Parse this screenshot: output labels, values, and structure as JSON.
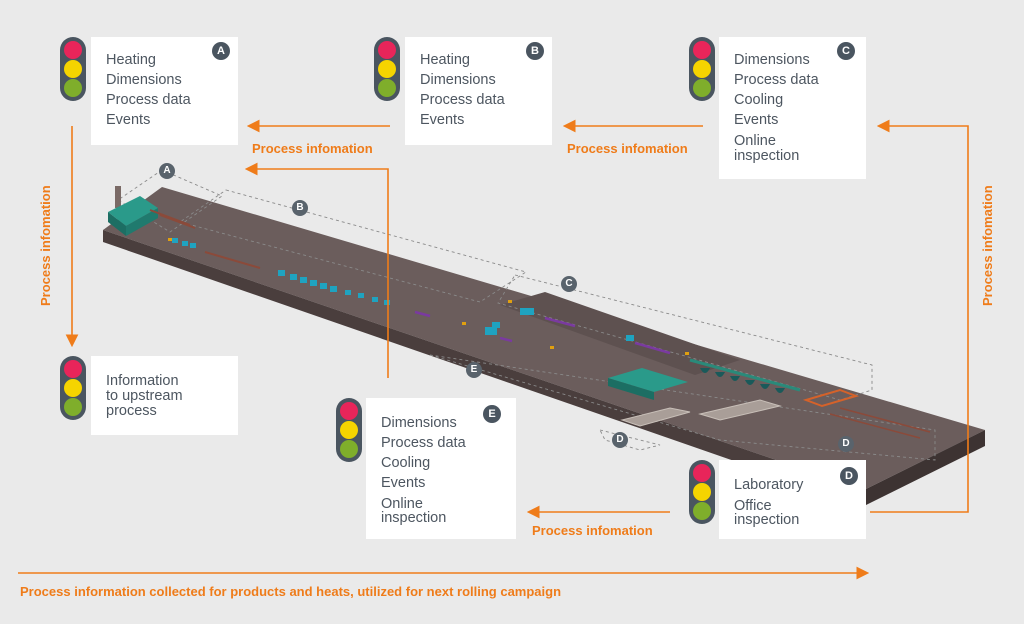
{
  "cards": {
    "A": {
      "badge": "A",
      "lines": [
        "Heating",
        "Dimensions",
        "Process data",
        "Events"
      ]
    },
    "B": {
      "badge": "B",
      "lines": [
        "Heating",
        "Dimensions",
        "Process data",
        "Events"
      ]
    },
    "C": {
      "badge": "C",
      "lines": [
        "Dimensions",
        "Process data",
        "Cooling",
        "Events",
        "Online",
        "inspection"
      ]
    },
    "upstream": {
      "lines": [
        "Information",
        "to upstream",
        "process"
      ]
    },
    "E": {
      "badge": "E",
      "lines": [
        "Dimensions",
        "Process data",
        "Cooling",
        "Events",
        "Online",
        "inspection"
      ]
    },
    "D": {
      "badge": "D",
      "lines": [
        "Laboratory",
        "Office",
        "inspection"
      ]
    }
  },
  "labels": {
    "process_info_ab": "Process infomation",
    "process_info_bc": "Process infomation",
    "process_info_de": "Process infomation",
    "process_info_left": "Process infomation",
    "process_info_right": "Process infomation",
    "bottom": "Process information collected for products and heats, utilized for next rolling campaign"
  },
  "zones": {
    "A": "A",
    "B": "B",
    "C": "C",
    "D1": "D",
    "D2": "D",
    "E": "E"
  },
  "colors": {
    "accent": "#ef7c1a",
    "badge": "#4a5560",
    "red": "#e8255a",
    "yellow": "#f5d400",
    "green": "#7fae2b",
    "platform": "#6b5d5c"
  }
}
